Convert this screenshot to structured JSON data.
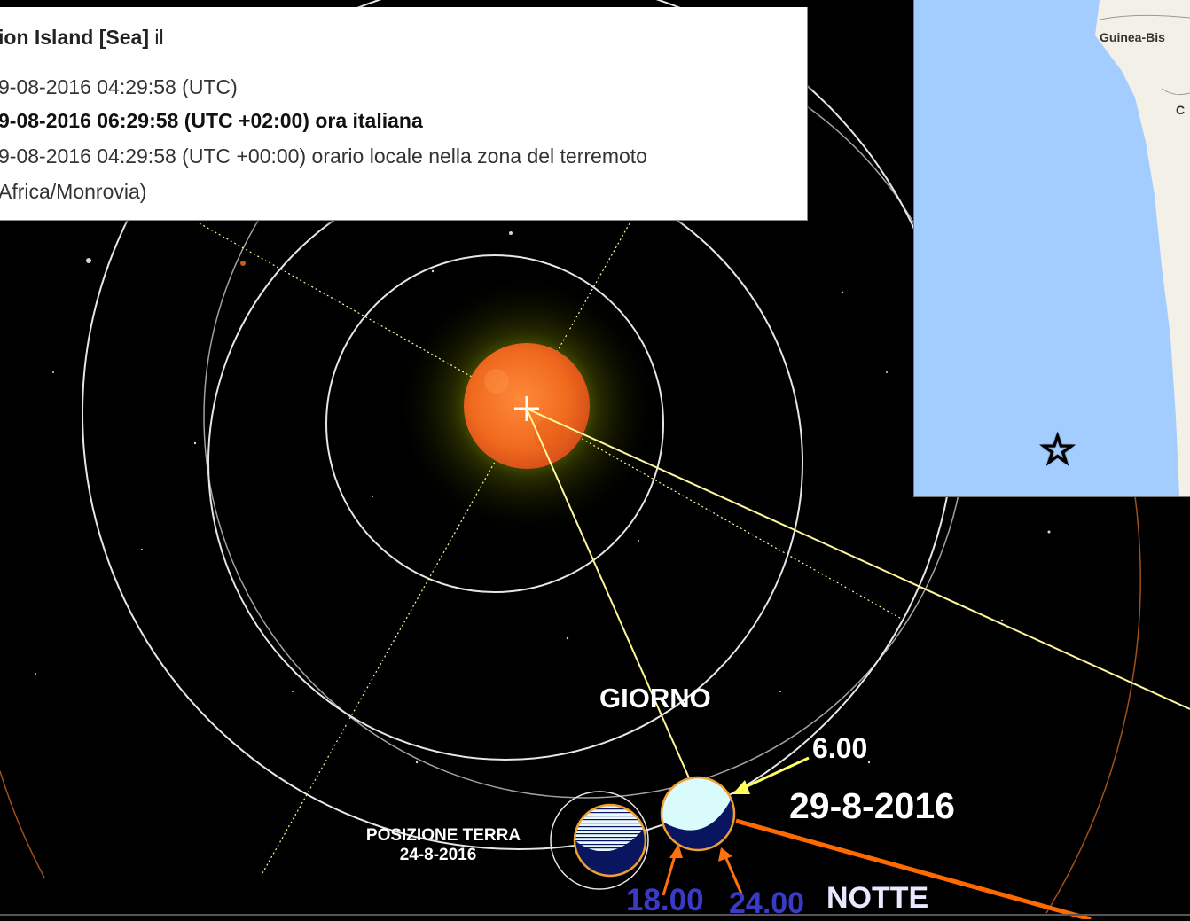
{
  "info_box": {
    "title": "ion Island [Sea]",
    "title_suffix": " il",
    "utc_line": "9-08-2016 04:29:58 (UTC)",
    "italian_line": "9-08-2016 06:29:58 (UTC +02:00) ora italiana",
    "local_line": "9-08-2016 04:29:58 (UTC +00:00) orario locale nella zona del terremoto",
    "timezone_line": "Africa/Monrovia)"
  },
  "map": {
    "country_label_1": "Guinea-Bis",
    "country_label_2": "C",
    "marker": "star-icon"
  },
  "diagram": {
    "giorno_label": "GIORNO",
    "time_6": "6.00",
    "date_label": "29-8-2016",
    "position_label_line1": "POSIZIONE TERRA",
    "position_label_line2": "24-8-2016",
    "time_18": "18.00",
    "time_24": "24.00",
    "notte_label": "NOTTE"
  },
  "colors": {
    "sun": "#f06a1e",
    "orbit": "#e6e6e6",
    "sun_line": "#fff79a",
    "orange_line": "#ff6a00",
    "earth_day": "#d9fbfb",
    "earth_night": "#0a1560",
    "time_blue": "#3a3ac8",
    "map_water": "#a3ccff"
  }
}
